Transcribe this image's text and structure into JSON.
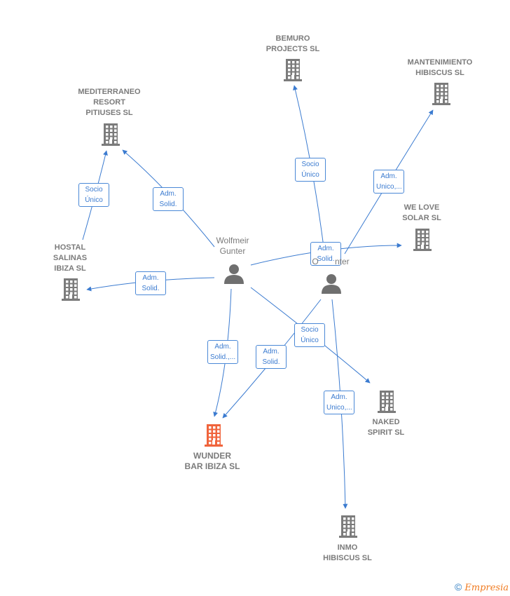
{
  "colors": {
    "company": "#7b7b7b",
    "main_company": "#f0643c",
    "person": "#6f6f6f",
    "edge": "#3b7bd0"
  },
  "nodes": [
    {
      "id": "bemuro",
      "type": "company",
      "label": "BEMURO\nPROJECTS  SL"
    },
    {
      "id": "mantenimiento",
      "type": "company",
      "label": "MANTENIMIENTO\nHIBISCUS  SL"
    },
    {
      "id": "mediterraneo",
      "type": "company",
      "label": "MEDITERRANEO\nRESORT\nPITIUSES SL"
    },
    {
      "id": "welove",
      "type": "company",
      "label": "WE LOVE\nSOLAR  SL"
    },
    {
      "id": "hostal",
      "type": "company",
      "label": "HOSTAL\nSALINAS\nIBIZA SL"
    },
    {
      "id": "wolfmeir",
      "type": "person",
      "label": "Wolfmeir\nGunter"
    },
    {
      "id": "other",
      "type": "person",
      "label": "O       nter"
    },
    {
      "id": "wunder",
      "type": "main",
      "label": "WUNDER\nBAR IBIZA  SL"
    },
    {
      "id": "naked",
      "type": "company",
      "label": "NAKED\nSPIRIT  SL"
    },
    {
      "id": "inmo",
      "type": "company",
      "label": "INMO\nHIBISCUS  SL"
    }
  ],
  "edges": [
    {
      "from": "other",
      "to": "bemuro",
      "label": "Socio\nÚnico"
    },
    {
      "from": "other",
      "to": "mantenimiento",
      "label": "Adm.\nUnico,..."
    },
    {
      "from": "wolfmeir",
      "to": "mediterraneo",
      "label": "Adm.\nSolid."
    },
    {
      "from": "hostal",
      "to": "mediterraneo",
      "label": "Socio\nÚnico"
    },
    {
      "from": "wolfmeir",
      "to": "welove",
      "label": "Adm.\nSolid."
    },
    {
      "from": "wolfmeir",
      "to": "hostal",
      "label": "Adm.\nSolid."
    },
    {
      "from": "wolfmeir",
      "to": "wunder",
      "label": "Adm.\nSolid.,..."
    },
    {
      "from": "other",
      "to": "wunder",
      "label": "Adm.\nSolid."
    },
    {
      "from": "wolfmeir",
      "to": "naked",
      "label": "Socio\nÚnico"
    },
    {
      "from": "other",
      "to": "inmo",
      "label": "Adm.\nUnico,..."
    }
  ],
  "footer": {
    "copyright": "©",
    "brand": "Empresia"
  }
}
